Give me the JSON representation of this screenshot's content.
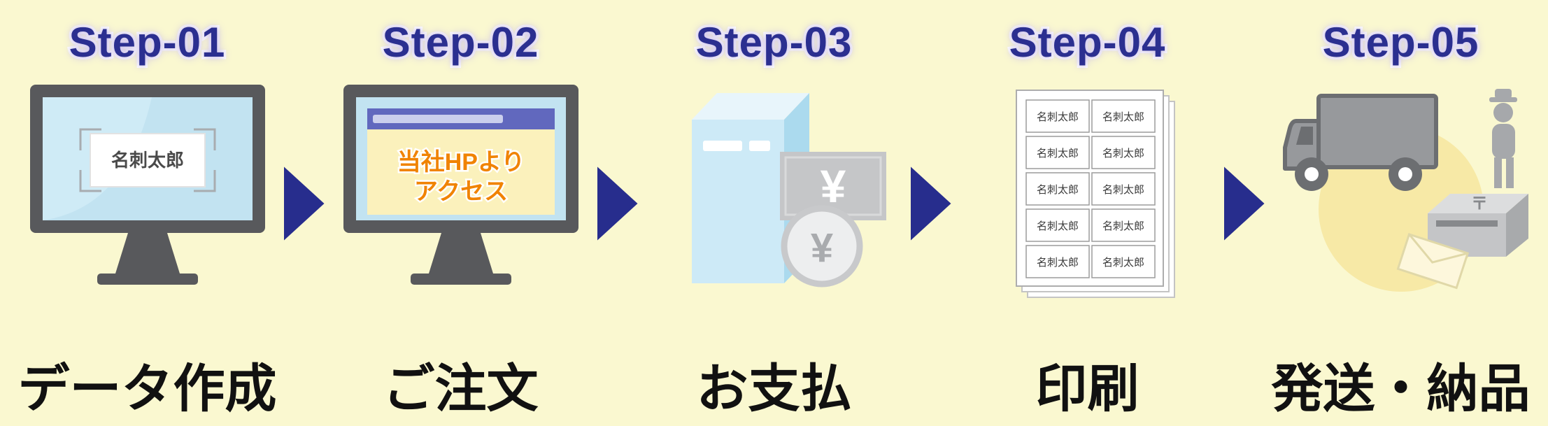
{
  "diagram": {
    "background_color": "#FAF8D0",
    "title_color": "#2B2F90",
    "arrow_color": "#272D8D",
    "caption_color": "#111111",
    "accent_orange": "#F08300",
    "screen_blue": "#C2E3F1"
  },
  "steps": [
    {
      "title": "Step-01",
      "caption": "データ作成",
      "card_text": "名刺太郎"
    },
    {
      "title": "Step-02",
      "caption": "ご注文",
      "screen_line1": "当社HPより",
      "screen_line2": "アクセス"
    },
    {
      "title": "Step-03",
      "caption": "お支払",
      "bill_symbol": "¥",
      "coin_symbol": "¥"
    },
    {
      "title": "Step-04",
      "caption": "印刷",
      "cell_text": "名刺太郎"
    },
    {
      "title": "Step-05",
      "caption": "発送・納品",
      "postal_mark": "〒"
    }
  ]
}
